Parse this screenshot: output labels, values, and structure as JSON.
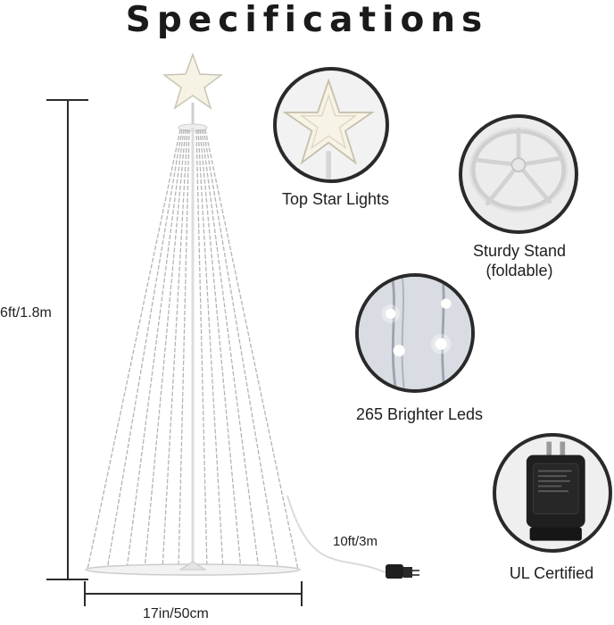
{
  "title": "Specifications",
  "dimensions": {
    "height": "6ft/1.8m",
    "width": "17in/50cm",
    "cable": "10ft/3m"
  },
  "features": [
    {
      "label": "Top Star Lights",
      "icon": "star-icon"
    },
    {
      "label_line1": "Sturdy Stand",
      "label_line2": "(foldable)",
      "icon": "stand-icon"
    },
    {
      "label": "265 Brighter Leds",
      "icon": "led-icon"
    },
    {
      "label": "UL Certified",
      "icon": "adapter-icon"
    }
  ],
  "colors": {
    "background": "#ffffff",
    "text": "#1e1e1e",
    "circle_border": "#2a2a2a",
    "tree_strand": "#b0b0b0",
    "adapter": "#1f1f1f"
  }
}
